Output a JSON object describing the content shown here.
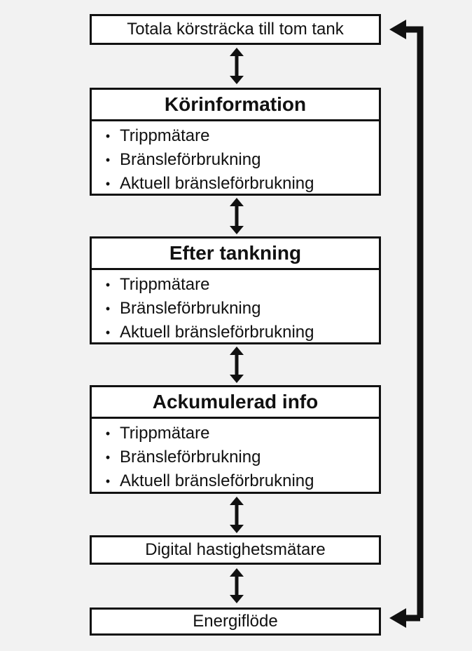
{
  "top_box": {
    "label": "Totala körsträcka till tom tank"
  },
  "groups": [
    {
      "title": "Körinformation",
      "items": [
        "Trippmätare",
        "Bränsleförbrukning",
        "Aktuell bränsleförbrukning"
      ]
    },
    {
      "title": "Efter tankning",
      "items": [
        "Trippmätare",
        "Bränsleförbrukning",
        "Aktuell bränsleförbrukning"
      ]
    },
    {
      "title": "Ackumulerad info",
      "items": [
        "Trippmätare",
        "Bränsleförbrukning",
        "Aktuell bränsleförbrukning"
      ]
    }
  ],
  "digital_box": {
    "label": "Digital hastighetsmätare"
  },
  "energy_box": {
    "label": "Energiflöde"
  },
  "bullet_symbol": "•",
  "icons": {
    "double_arrow": "double-arrow-icon",
    "return_arrow": "return-loop-arrow-icon"
  }
}
